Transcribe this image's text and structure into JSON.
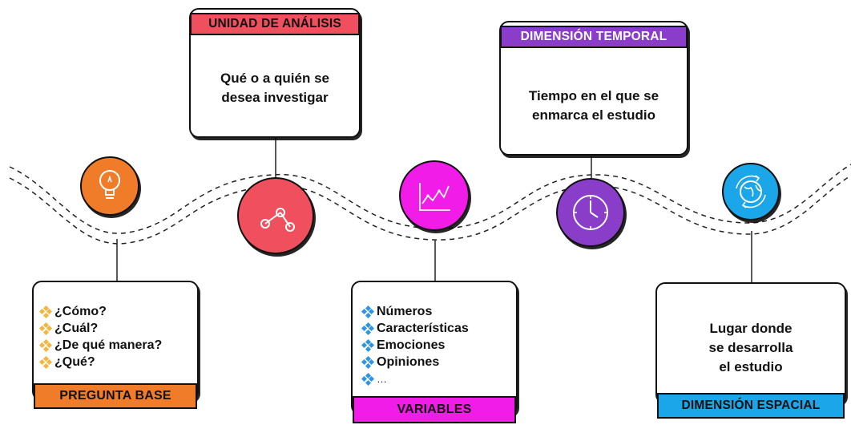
{
  "colors": {
    "orange": "#F07C2A",
    "red": "#F0505E",
    "magenta": "#F21CE8",
    "purple": "#8A3DC8",
    "blue": "#1AA6E8",
    "bullet_orange": "#F6B53D",
    "bullet_blue": "#2E95E6"
  },
  "pregunta_base": {
    "title": "PREGUNTA BASE",
    "icon": "lightbulb-icon",
    "items": [
      "¿Cómo?",
      "¿Cuál?",
      "¿De qué manera?",
      "¿Qué?"
    ]
  },
  "unidad_analisis": {
    "title": "UNIDAD DE ANÁLISIS",
    "icon": "share-nodes-icon",
    "text_line1": "Qué o a quién se",
    "text_line2": "desea investigar"
  },
  "variables": {
    "title": "VARIABLES",
    "icon": "line-chart-icon",
    "items": [
      "Números",
      "Características",
      "Emociones",
      "Opiniones",
      "…"
    ]
  },
  "dimension_temporal": {
    "title": "DIMENSIÓN TEMPORAL",
    "icon": "clock-icon",
    "text_line1": "Tiempo en el que se",
    "text_line2": "enmarca el estudio"
  },
  "dimension_espacial": {
    "title": "DIMENSIÓN ESPACIAL",
    "icon": "globe-recycle-icon",
    "text_line1": "Lugar donde",
    "text_line2": "se desarrolla",
    "text_line3": "el estudio"
  }
}
